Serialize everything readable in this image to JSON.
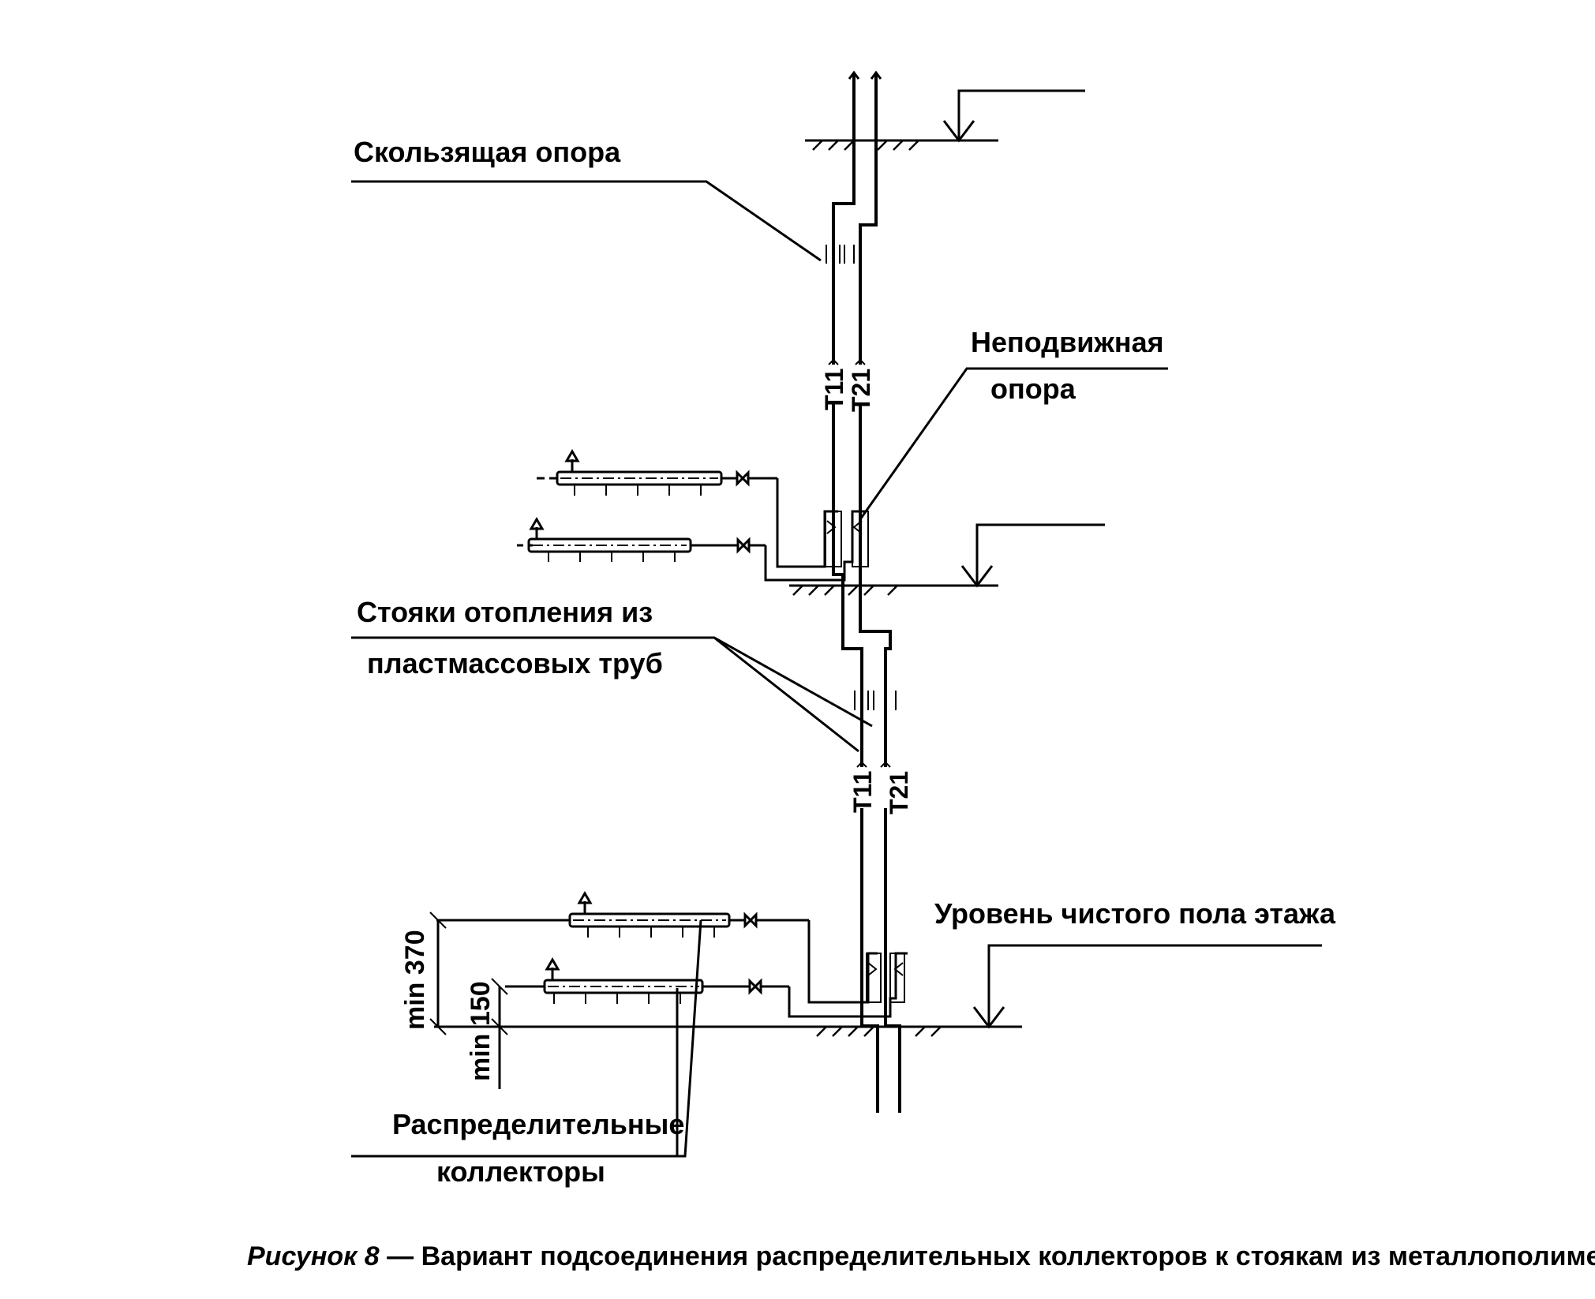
{
  "labels": {
    "sliding_support": "Скользящая опора",
    "fixed_support_1": "Неподвижная",
    "fixed_support_2": "опора",
    "risers_1": "Стояки отопления из",
    "risers_2": "пластмассовых труб",
    "floor_level": "Уровень чистого пола этажа",
    "collectors_1": "Распределительные",
    "collectors_2": "коллекторы"
  },
  "pipe_marks": {
    "t11_upper": "Т11",
    "t21_upper": "Т21",
    "t11_lower": "Т11",
    "t21_lower": "Т21"
  },
  "dimensions": {
    "min370": "min 370",
    "min150": "min 150"
  },
  "caption": {
    "lead": "Рисунок 8",
    "text": " — Вариант подсоединения распределительных коллекторов к стоякам из металлополимерных труб"
  }
}
